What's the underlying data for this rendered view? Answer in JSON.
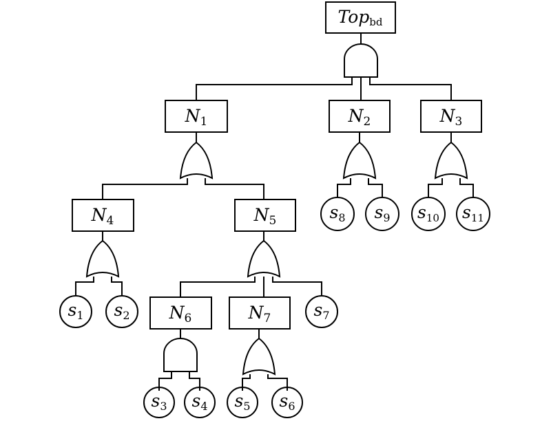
{
  "nodes": {
    "top": {
      "base": "Top",
      "sub": "bd"
    },
    "n1": {
      "base": "N",
      "sub": "1"
    },
    "n2": {
      "base": "N",
      "sub": "2"
    },
    "n3": {
      "base": "N",
      "sub": "3"
    },
    "n4": {
      "base": "N",
      "sub": "4"
    },
    "n5": {
      "base": "N",
      "sub": "5"
    },
    "n6": {
      "base": "N",
      "sub": "6"
    },
    "n7": {
      "base": "N",
      "sub": "7"
    }
  },
  "events": {
    "s1": {
      "base": "s",
      "sub": "1"
    },
    "s2": {
      "base": "s",
      "sub": "2"
    },
    "s3": {
      "base": "s",
      "sub": "3"
    },
    "s4": {
      "base": "s",
      "sub": "4"
    },
    "s5": {
      "base": "s",
      "sub": "5"
    },
    "s6": {
      "base": "s",
      "sub": "6"
    },
    "s7": {
      "base": "s",
      "sub": "7"
    },
    "s8": {
      "base": "s",
      "sub": "8"
    },
    "s9": {
      "base": "s",
      "sub": "9"
    },
    "s10": {
      "base": "s",
      "sub": "10"
    },
    "s11": {
      "base": "s",
      "sub": "11"
    }
  },
  "gates": {
    "top": "AND",
    "n1": "OR",
    "n2": "OR",
    "n3": "OR",
    "n4": "OR",
    "n5": "OR",
    "n6": "AND",
    "n7": "OR"
  }
}
